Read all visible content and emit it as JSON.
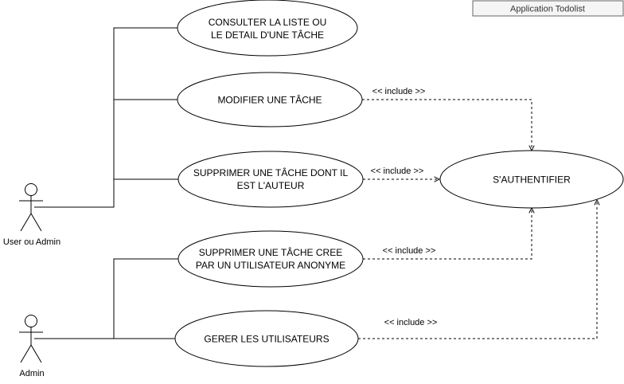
{
  "title_box": {
    "text": "Application Todolist"
  },
  "actors": [
    {
      "id": "user",
      "label": "User ou Admin"
    },
    {
      "id": "admin",
      "label": "Admin"
    }
  ],
  "use_cases": [
    {
      "id": "consult",
      "lines": [
        "CONSULTER LA LISTE OU",
        "LE DETAIL D'UNE TÂCHE"
      ]
    },
    {
      "id": "modify",
      "lines": [
        "MODIFIER UNE TÂCHE"
      ]
    },
    {
      "id": "delete-own",
      "lines": [
        "SUPPRIMER UNE TÂCHE DONT IL",
        "EST L'AUTEUR"
      ]
    },
    {
      "id": "auth",
      "lines": [
        "S'AUTHENTIFIER"
      ]
    },
    {
      "id": "delete-anon",
      "lines": [
        "SUPPRIMER UNE TÂCHE CREE",
        "PAR UN UTILISATEUR ANONYME"
      ]
    },
    {
      "id": "manage-users",
      "lines": [
        "GERER LES UTILISATEURS"
      ]
    }
  ],
  "include_label": "<< include >>",
  "includes": [
    {
      "from": "modify",
      "to": "auth"
    },
    {
      "from": "delete-own",
      "to": "auth"
    },
    {
      "from": "delete-anon",
      "to": "auth"
    },
    {
      "from": "manage-users",
      "to": "auth"
    }
  ],
  "associations": [
    {
      "actor": "user",
      "use_cases": [
        "consult",
        "modify",
        "delete-own"
      ]
    },
    {
      "actor": "admin",
      "use_cases": [
        "delete-anon",
        "manage-users"
      ]
    }
  ],
  "colors": {
    "stroke": "#000000",
    "title_box_fill": "#f5f5f5",
    "title_box_stroke": "#666666"
  }
}
